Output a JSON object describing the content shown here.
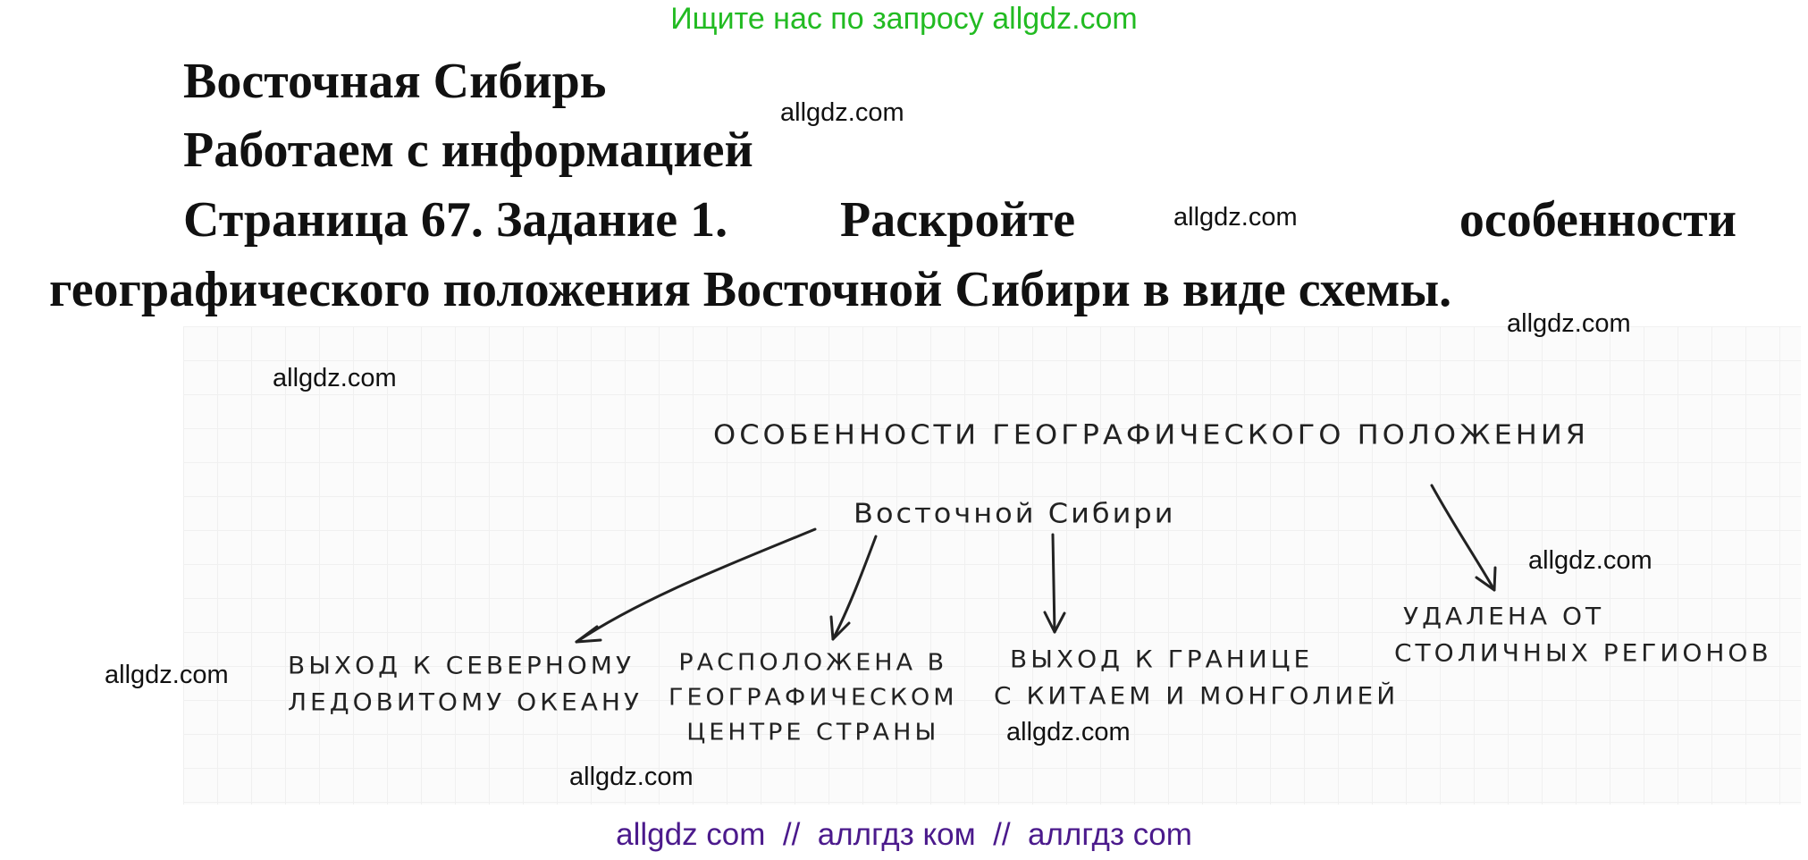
{
  "banner_top": "Ищите нас по запросу allgdz.com",
  "heading": {
    "line1": "Восточная Сибирь",
    "line2": "Работаем с информацией",
    "line3_left": "Страница 67. Задание 1.",
    "line3_mid": "Раскройте",
    "line3_right": "особенности",
    "line4": "географического положения Восточной Сибири в виде схемы."
  },
  "watermark": "allgdz.com",
  "diagram": {
    "title_line1": "Особенности географического положения",
    "title_line2": "Восточной Сибири",
    "items": [
      {
        "line1": "Выход к Северному",
        "line2": "Ледовитому океану",
        "line3": ""
      },
      {
        "line1": "Расположена в",
        "line2": "географическом",
        "line3": "центре страны"
      },
      {
        "line1": "Выход к границе",
        "line2": "с Китаем и Монголией",
        "line3": ""
      },
      {
        "line1": "Удалена от",
        "line2": "столичных регионов",
        "line3": ""
      }
    ]
  },
  "banner_bottom": "allgdz com  //  аллгдз ком  //  аллгдз com",
  "colors": {
    "banner_top": "#22bb22",
    "banner_bottom": "#4b1a8c",
    "text": "#111111"
  }
}
